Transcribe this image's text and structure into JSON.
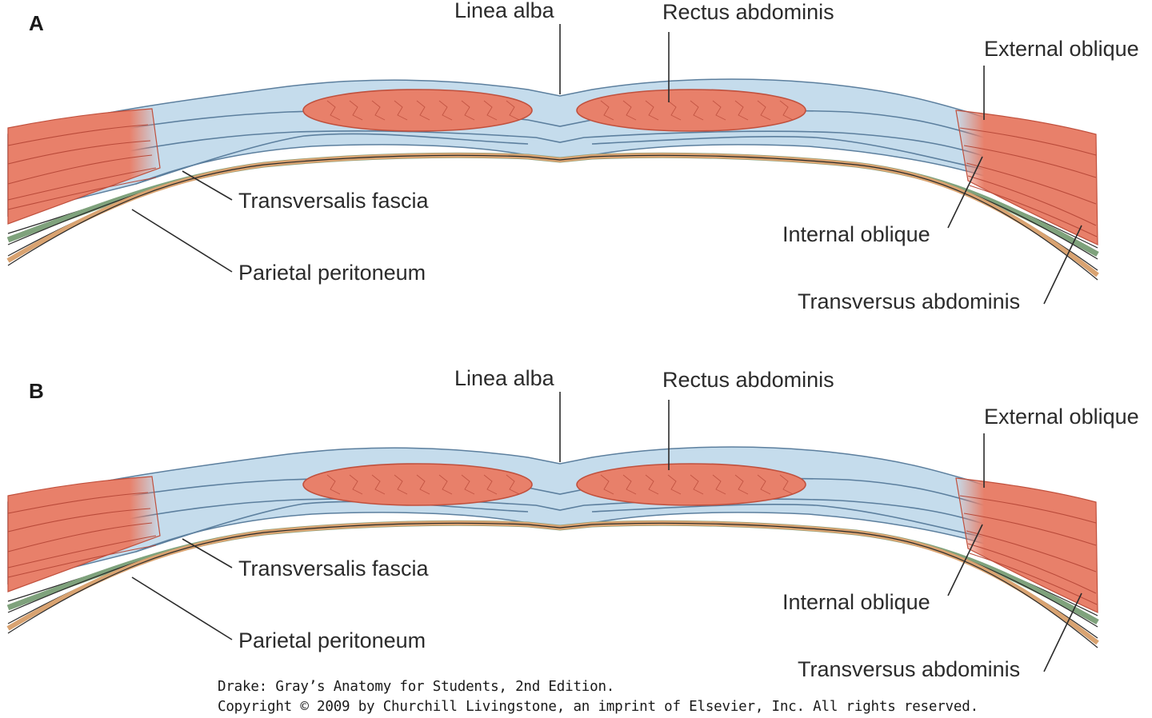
{
  "panels": [
    {
      "letter": "A",
      "labels": {
        "linea_alba": "Linea alba",
        "rectus_abdominis": "Rectus abdominis",
        "external_oblique": "External oblique",
        "transversalis_fascia": "Transversalis fascia",
        "internal_oblique": "Internal oblique",
        "parietal_peritoneum": "Parietal peritoneum",
        "transversus_abdominis": "Transversus abdominis"
      }
    },
    {
      "letter": "B",
      "labels": {
        "linea_alba": "Linea alba",
        "rectus_abdominis": "Rectus abdominis",
        "external_oblique": "External oblique",
        "transversalis_fascia": "Transversalis fascia",
        "internal_oblique": "Internal oblique",
        "parietal_peritoneum": "Parietal peritoneum",
        "transversus_abdominis": "Transversus abdominis"
      }
    }
  ],
  "credit": {
    "line1": "Drake: Gray’s Anatomy for Students, 2nd Edition.",
    "line2": "Copyright © 2009 by Churchill Livingstone, an imprint of Elsevier, Inc. All rights reserved."
  },
  "colors": {
    "muscle": "#e8806a",
    "muscle_stroke": "#c0503d",
    "aponeurosis": "#c5dcec",
    "fascia_green": "#7fa27c",
    "peritoneum_orange": "#d9a371",
    "fiber": "#b94a3a"
  }
}
